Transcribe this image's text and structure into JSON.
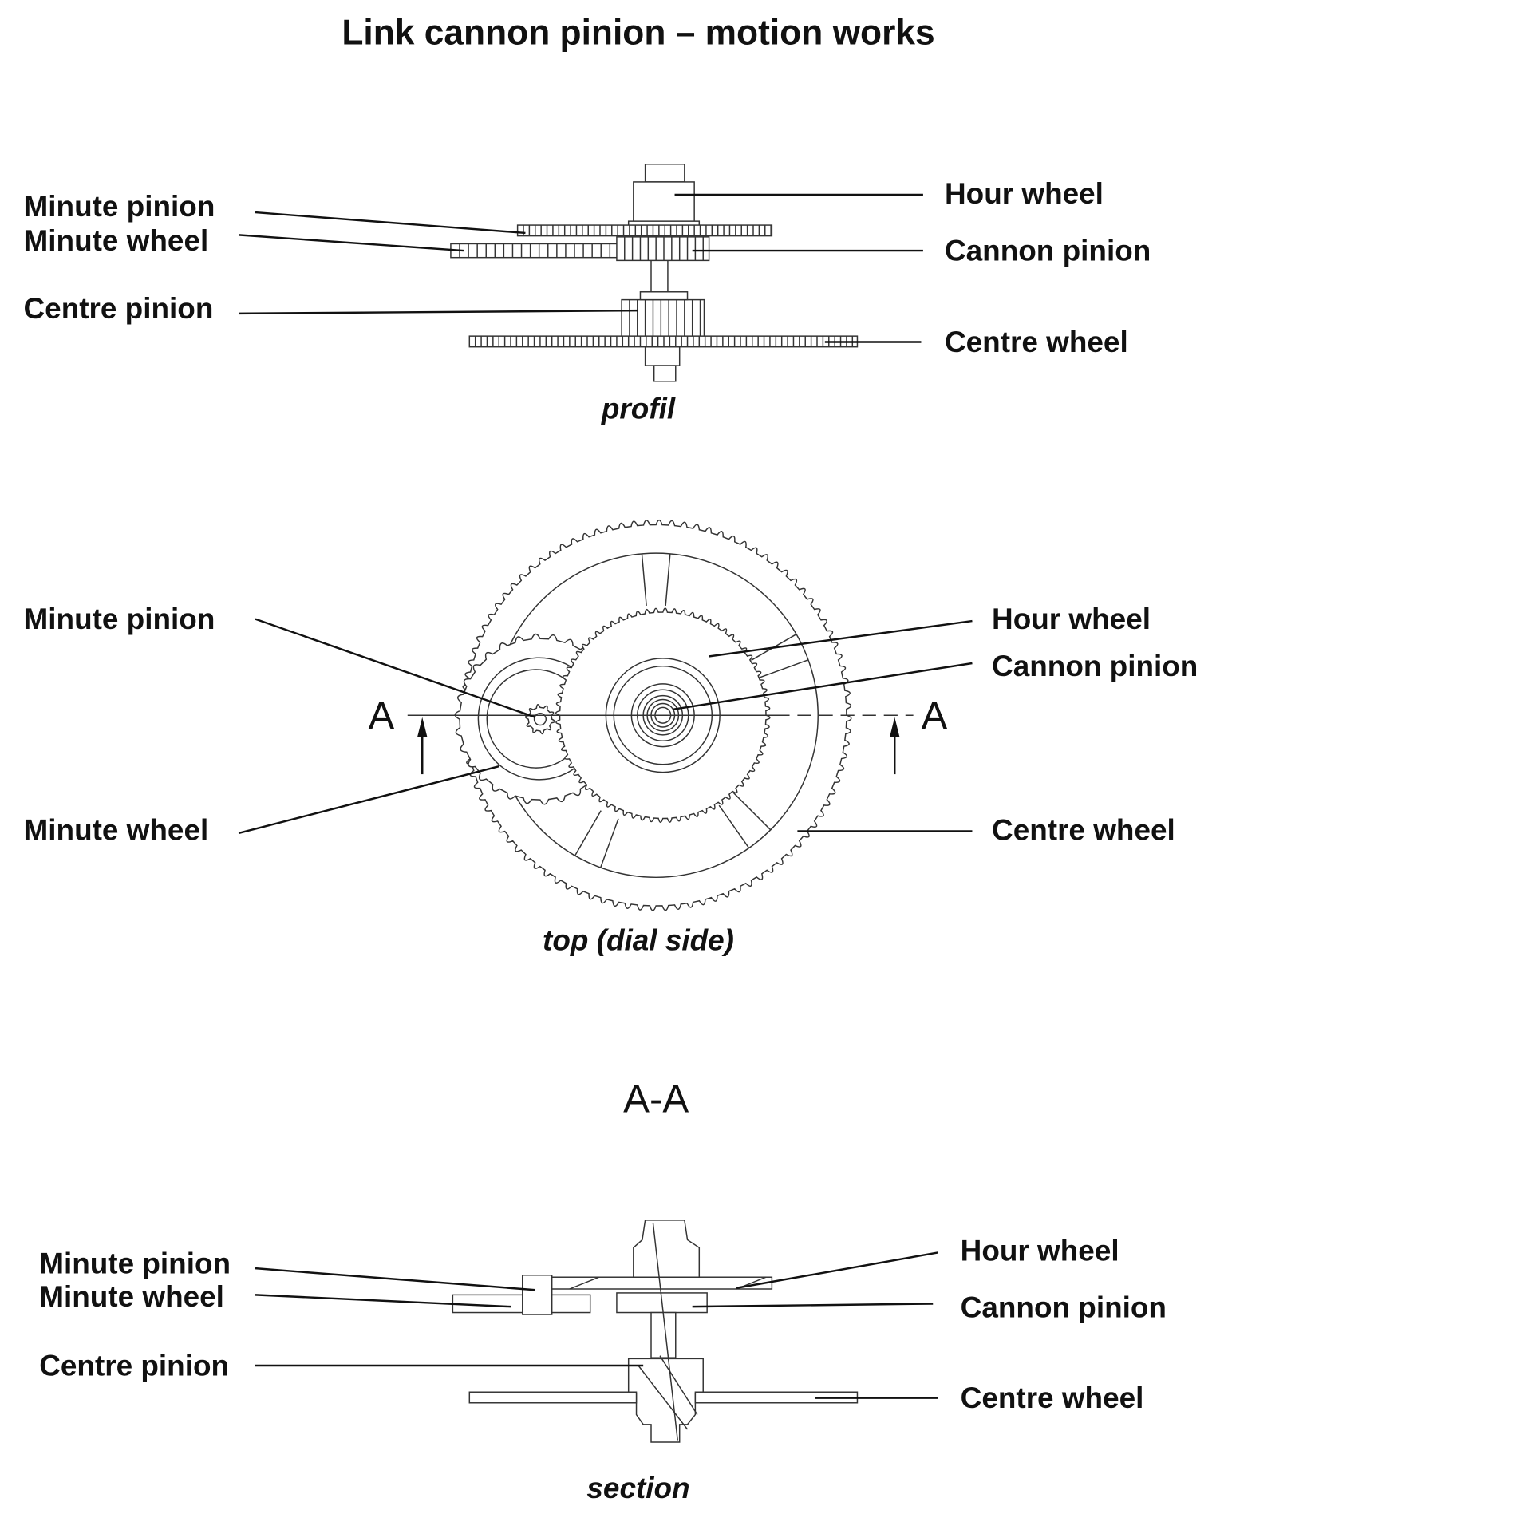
{
  "title": "Link cannon pinion – motion works",
  "profile": {
    "caption": "profil",
    "labels": {
      "minute_pinion": "Minute pinion",
      "minute_wheel": "Minute wheel",
      "centre_pinion": "Centre pinion",
      "hour_wheel": "Hour wheel",
      "cannon_pinion": "Cannon pinion",
      "centre_wheel": "Centre wheel"
    }
  },
  "top": {
    "caption": "top (dial side)",
    "section_mark_left": "A",
    "section_mark_right": "A",
    "labels": {
      "minute_pinion": "Minute pinion",
      "minute_wheel": "Minute wheel",
      "hour_wheel": "Hour wheel",
      "cannon_pinion": "Cannon pinion",
      "centre_wheel": "Centre wheel"
    }
  },
  "section": {
    "heading": "A-A",
    "caption": "section",
    "labels": {
      "minute_pinion": "Minute pinion",
      "minute_wheel": "Minute wheel",
      "centre_pinion": "Centre pinion",
      "hour_wheel": "Hour wheel",
      "cannon_pinion": "Cannon pinion",
      "centre_wheel": "Centre wheel"
    }
  }
}
